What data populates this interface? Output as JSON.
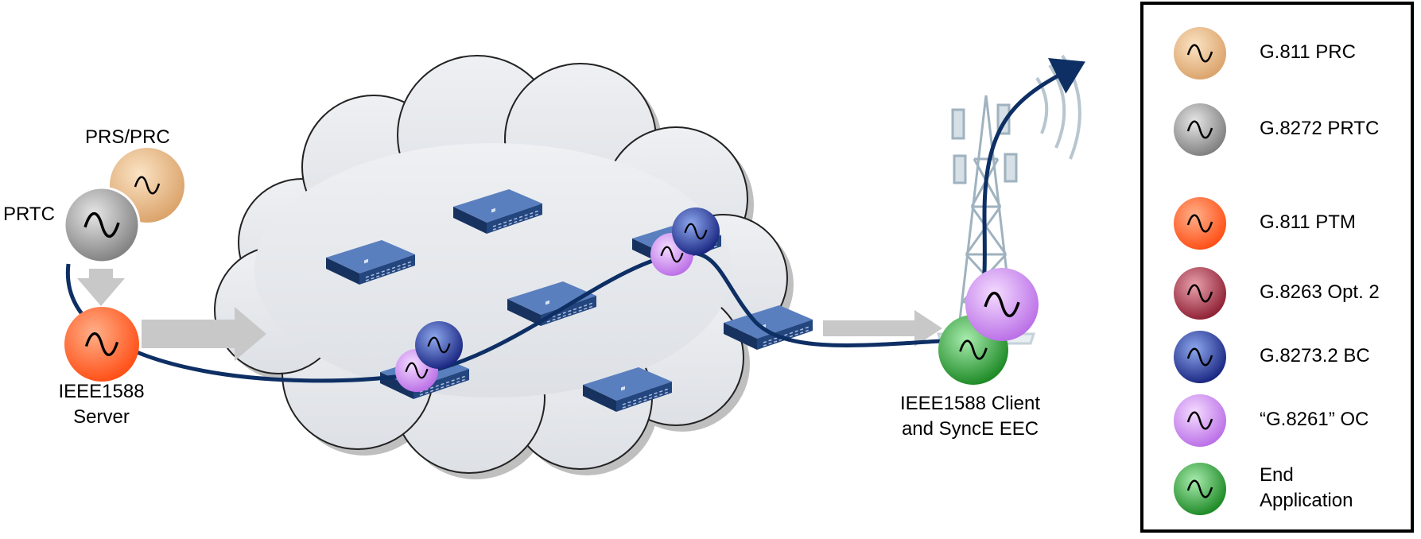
{
  "labels": {
    "prs_prc": "PRS/PRC",
    "prtc": "PRTC",
    "server_line1": "IEEE1588",
    "server_line2": "Server",
    "client_line1": "IEEE1588 Client",
    "client_line2": "and SyncE EEC"
  },
  "legend": [
    {
      "label": "G.811 PRC",
      "color": "#e6b47a"
    },
    {
      "label": "G.8272 PRTC",
      "color": "#9a9a9a"
    },
    {
      "label": "G.811 PTM",
      "color": "#ff5a1e"
    },
    {
      "label": "G.8263 Opt. 2",
      "color": "#a0283c"
    },
    {
      "label": "G.8273.2 BC",
      "color": "#1e2896"
    },
    {
      "label": "“G.8261” OC",
      "color": "#c882f0"
    },
    {
      "label": "End",
      "label2": "Application",
      "color": "#1e9628"
    }
  ],
  "colors": {
    "cloud": "#e3e6ea",
    "path": "#0d2f64",
    "arrow": "#c8c8c8",
    "switch": "#1f3f74"
  }
}
